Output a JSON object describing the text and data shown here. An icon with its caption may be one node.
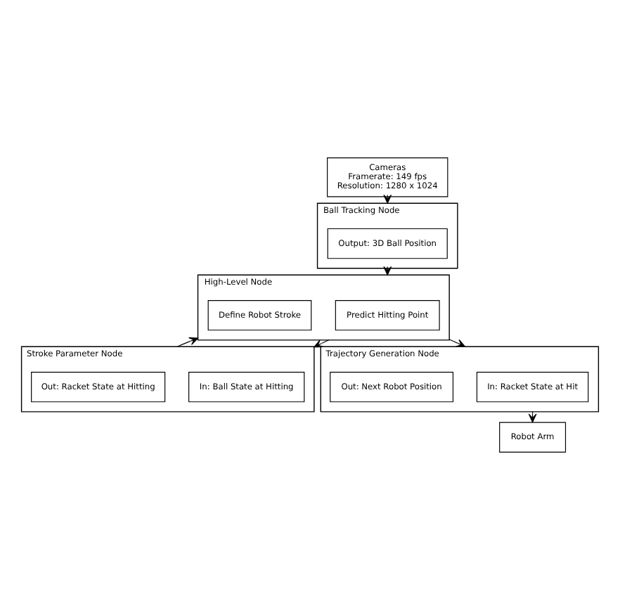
{
  "diagram": {
    "nodes": [
      {
        "text": [
          "Cameras",
          "Framerate: 149 fps",
          "Resolution: 1280 x 1024"
        ]
      },
      {
        "text": [
          "Ball Tracking Node"
        ]
      },
      {
        "text": [
          "Output: 3D Ball Position"
        ],
        "in": 1
      },
      {
        "text": [
          "High-Level Node"
        ]
      },
      {
        "text": [
          "Predict Hitting Point"
        ],
        "in": 3
      },
      {
        "text": [
          "Define Robot Stroke"
        ],
        "in": 3
      },
      {
        "text": [
          "Stroke Parameter Node"
        ]
      },
      {
        "text": [
          "In: Ball State at Hitting"
        ],
        "in": 6
      },
      {
        "text": [
          "Out: Racket State at Hitting"
        ],
        "in": 6
      },
      {
        "text": [
          "Trajectory Generation Node"
        ]
      },
      {
        "text": [
          "In: Racket State at Hit"
        ],
        "in": 9
      },
      {
        "text": [
          "Out: Next Robot Position"
        ],
        "in": 9
      },
      {
        "text": [
          "Robot Arm"
        ]
      }
    ],
    "edges": [
      {
        "from": 0,
        "to": 1,
        "arrow": "to"
      },
      {
        "from": 1,
        "to": 3,
        "arrow": "to"
      },
      {
        "from": 3,
        "to": 6,
        "arrow": "to"
      },
      {
        "from": 6,
        "to": 3,
        "arrow": "to"
      },
      {
        "from": 3,
        "to": 9,
        "arrow": "to"
      },
      {
        "from": 9,
        "to": 12,
        "arrow": "to"
      }
    ]
  }
}
